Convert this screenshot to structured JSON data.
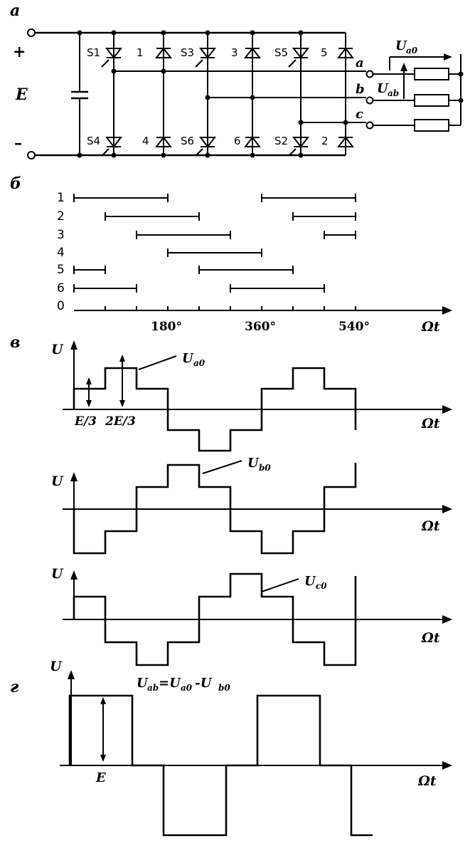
{
  "labels": {
    "panel_a": "а",
    "panel_b": "б",
    "panel_v": "в",
    "panel_g": "г",
    "plus": "+",
    "minus": "–",
    "source": "E",
    "phase_a": "a",
    "phase_b": "b",
    "phase_c": "c",
    "U_a0": "U",
    "U_a0_sub": "a0",
    "U_ab": "U",
    "U_ab_sub": "ab"
  },
  "switches": [
    {
      "label": "S1"
    },
    {
      "label": "S4"
    },
    {
      "label": "S3"
    },
    {
      "label": "S6"
    },
    {
      "label": "S5"
    },
    {
      "label": "S2"
    }
  ],
  "diodes": [
    {
      "label": "1"
    },
    {
      "label": "4"
    },
    {
      "label": "3"
    },
    {
      "label": "6"
    },
    {
      "label": "5"
    },
    {
      "label": "2"
    }
  ],
  "conduction": {
    "rows": [
      "1",
      "2",
      "3",
      "4",
      "5",
      "6"
    ],
    "zero": "0",
    "ticks": [
      "180°",
      "360°",
      "540°"
    ],
    "axis_label": "Ωt",
    "intervals": {
      "1": [
        [
          0,
          180
        ],
        [
          360,
          540
        ]
      ],
      "2": [
        [
          60,
          240
        ],
        [
          420,
          540
        ]
      ],
      "3": [
        [
          120,
          300
        ],
        [
          480,
          540
        ]
      ],
      "4": [
        [
          180,
          360
        ]
      ],
      "5": [
        [
          0,
          60
        ],
        [
          240,
          420
        ]
      ],
      "6": [
        [
          0,
          120
        ],
        [
          300,
          480
        ]
      ]
    }
  },
  "waveforms": {
    "axis_U": "U",
    "axis_t": "Ωt",
    "a0_name": "U",
    "a0_sub": "a0",
    "b0_name": "U",
    "b0_sub": "b0",
    "c0_name": "U",
    "c0_sub": "c0",
    "E3": "E/3",
    "E23": "2E/3",
    "formula_main": "U",
    "formula_sub1": "ab",
    "formula_mid": "=U",
    "formula_sub2": "a0",
    "formula_dash": " -U",
    "formula_sub3": "b0",
    "E": "E"
  },
  "chart_data": [
    {
      "type": "line",
      "name": "U_a0",
      "x": [
        0,
        60,
        120,
        180,
        240,
        300,
        360,
        420,
        480,
        540
      ],
      "values": [
        1,
        2,
        1,
        -1,
        -2,
        -1,
        1,
        2,
        1,
        -1
      ],
      "unit_note": "steps in multiples of E/3 per 60° interval"
    },
    {
      "type": "line",
      "name": "U_b0",
      "x": [
        0,
        60,
        120,
        180,
        240,
        300,
        360,
        420,
        480
      ],
      "values": [
        -2,
        -1,
        1,
        2,
        1,
        -1,
        -2,
        -1,
        1
      ]
    },
    {
      "type": "line",
      "name": "U_c0",
      "x": [
        0,
        60,
        120,
        180,
        240,
        300,
        360,
        420,
        480
      ],
      "values": [
        1,
        -1,
        -2,
        -1,
        1,
        2,
        1,
        -1,
        -2
      ]
    },
    {
      "type": "line",
      "name": "U_ab",
      "x": [
        0,
        120,
        180,
        300,
        360,
        480,
        540
      ],
      "values": [
        1,
        0,
        -1,
        0,
        1,
        0,
        -1
      ],
      "unit_note": "in units of E"
    }
  ]
}
